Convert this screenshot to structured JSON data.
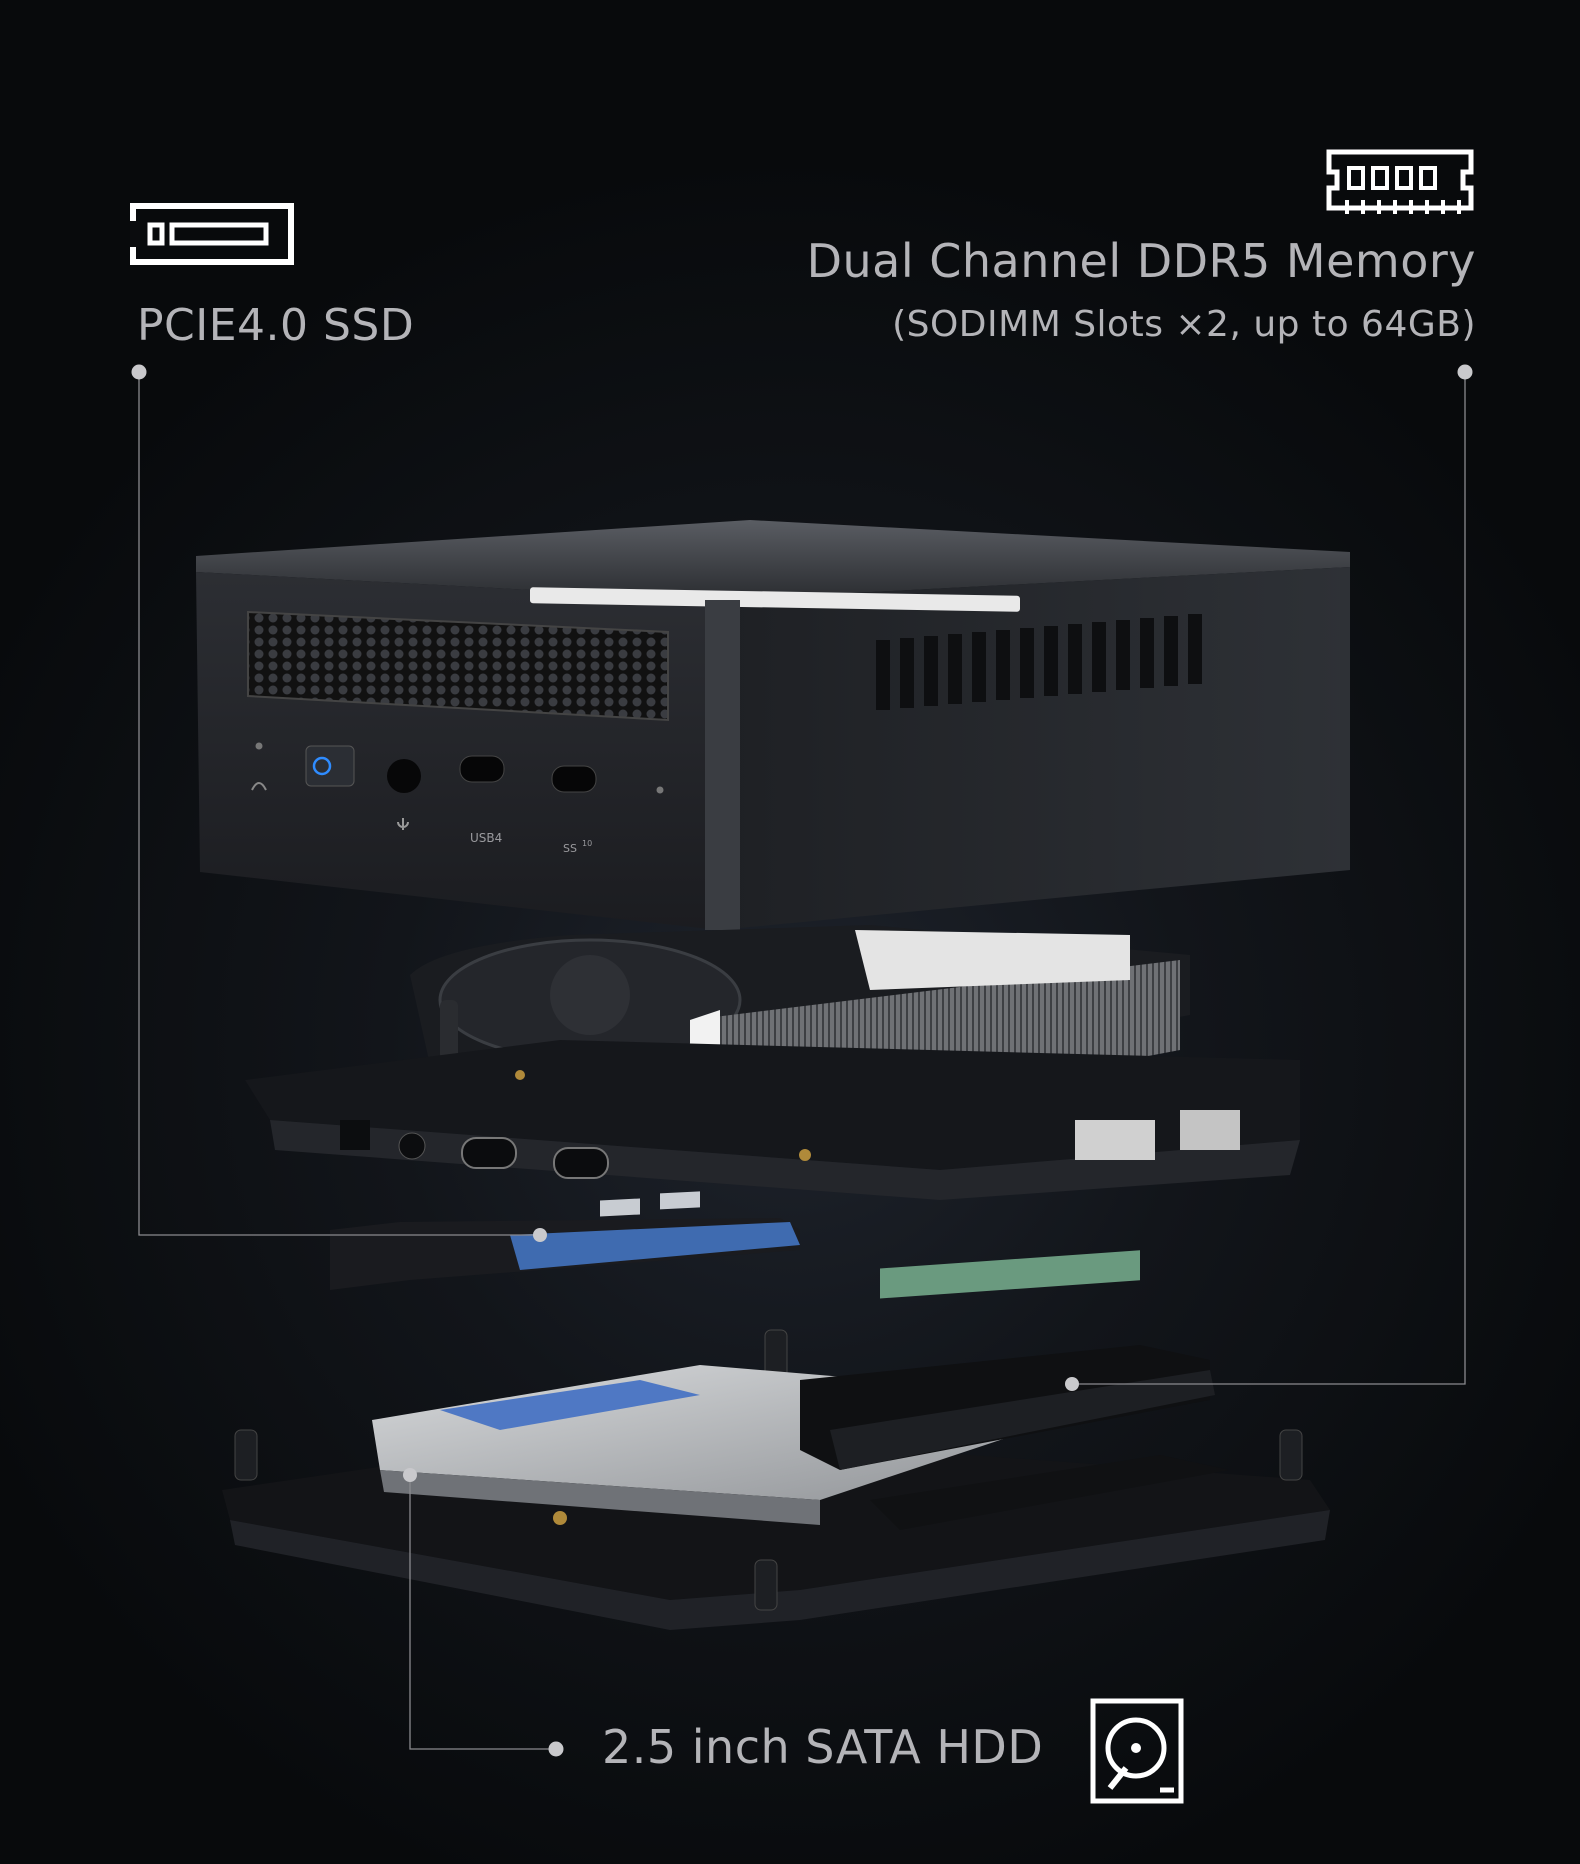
{
  "callouts": {
    "ssd": {
      "label": "PCIE4.0 SSD",
      "icon": "ssd-icon"
    },
    "memory": {
      "title": "Dual Channel DDR5 Memory",
      "subtitle": "(SODIMM Slots ×2, up to 64GB)",
      "icon": "ram-module-icon"
    },
    "hdd": {
      "label": "2.5 inch SATA HDD",
      "icon": "hard-drive-icon"
    }
  },
  "ports": {
    "usb4_label": "USB4",
    "usb_ss_label": "SS",
    "usb_ss_speed": "10"
  },
  "colors": {
    "background": "#0a0b0d",
    "text": "#b4b4b8",
    "line": "#8a8a8e",
    "power_led": "#2f8cff"
  }
}
